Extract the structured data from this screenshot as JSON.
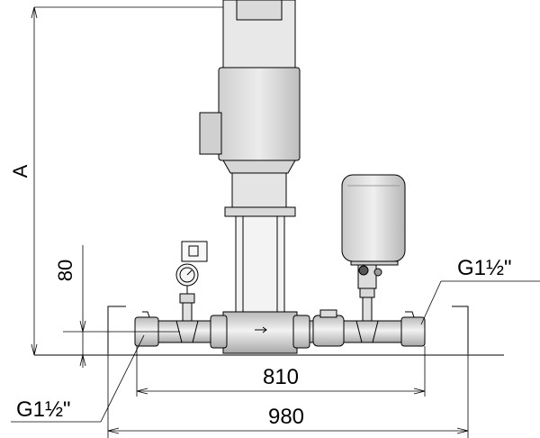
{
  "drawing": {
    "dim_height_label": "A",
    "dim_offset_label": "80",
    "dim_inner_width_label": "810",
    "dim_outer_width_label": "980",
    "connection_left_label": "G1½\"",
    "connection_right_label": "G1½\""
  }
}
